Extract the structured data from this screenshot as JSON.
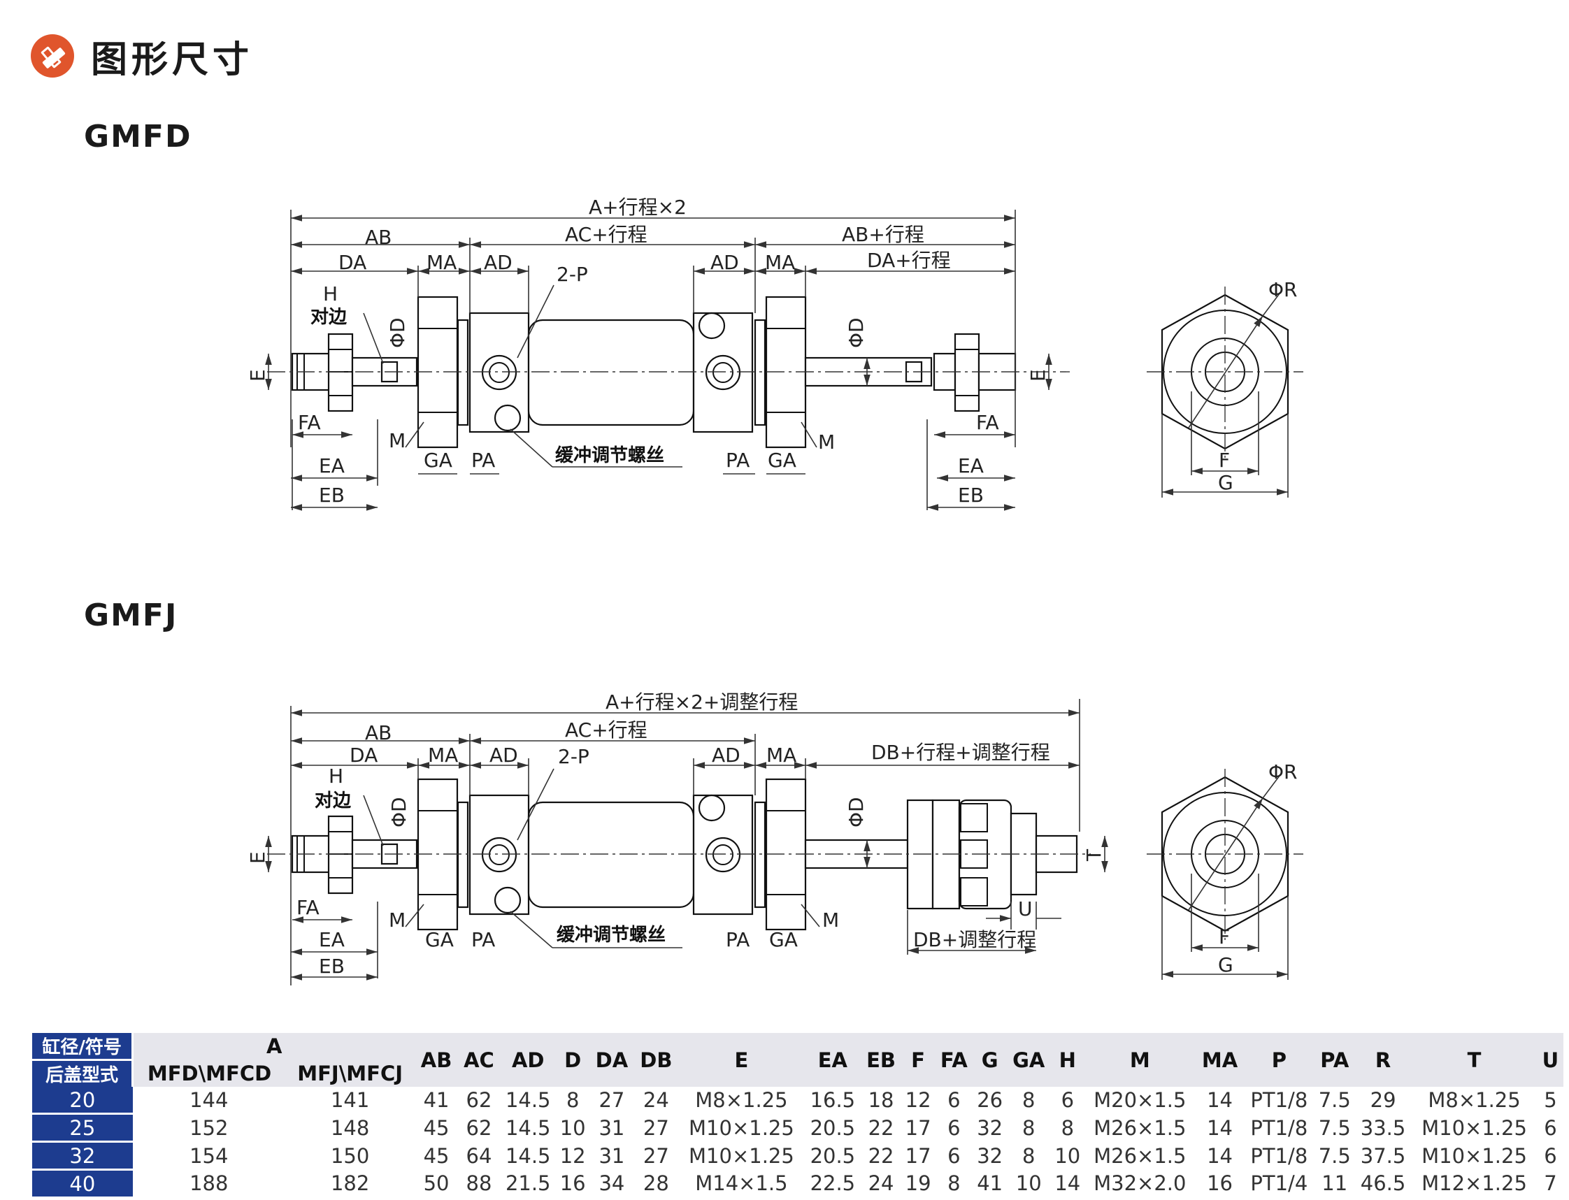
{
  "header": {
    "title": "图形尺寸",
    "icon": "ruler-pencil-icon",
    "accent": "#e0552c"
  },
  "sections": [
    {
      "title": "GMFD"
    },
    {
      "title": "GMFJ"
    }
  ],
  "gmfd": {
    "dims": {
      "total": "A+行程×2",
      "ab": "AB",
      "ac": "AC+行程",
      "ab_right": "AB+行程",
      "da": "DA",
      "ma": "MA",
      "ad": "AD",
      "p": "2-P",
      "ad_right": "AD",
      "ma_right": "MA",
      "da_right": "DA+行程",
      "h": "H",
      "across_flats": "对边",
      "phi_d": "ΦD",
      "phi_d_right": "ΦD",
      "e": "E",
      "e_right": "E",
      "fa": "FA",
      "fa_right": "FA",
      "m": "M",
      "m_right": "M",
      "ga": "GA",
      "pa": "PA",
      "cushion": "缓冲调节螺丝",
      "pa_right": "PA",
      "ga_right": "GA",
      "ea": "EA",
      "ea_right": "EA",
      "eb": "EB",
      "eb_right": "EB",
      "phi_r": "ΦR",
      "f": "F",
      "g": "G"
    }
  },
  "gmfj": {
    "dims": {
      "total": "A+行程×2+调整行程",
      "ab": "AB",
      "ac": "AC+行程",
      "da": "DA",
      "ma": "MA",
      "ad": "AD",
      "p": "2-P",
      "ad_right": "AD",
      "ma_right": "MA",
      "db": "DB+行程+调整行程",
      "h": "H",
      "across_flats": "对边",
      "phi_d": "ΦD",
      "phi_d_right": "ΦD",
      "e": "E",
      "t": "T",
      "fa": "FA",
      "m": "M",
      "m_right": "M",
      "ga": "GA",
      "pa": "PA",
      "cushion": "缓冲调节螺丝",
      "pa_right": "PA",
      "ga_right": "GA",
      "u": "U",
      "db_adj": "DB+调整行程",
      "ea": "EA",
      "eb": "EB",
      "phi_r": "ΦR",
      "f": "F",
      "g": "G"
    }
  },
  "table": {
    "corner_top": "缸径/符号",
    "corner_bottom": "后盖型式",
    "a_label": "A",
    "a_sub": [
      "MFD\\MFCD",
      "MFJ\\MFCJ"
    ],
    "columns": [
      "AB",
      "AC",
      "AD",
      "D",
      "DA",
      "DB",
      "E",
      "EA",
      "EB",
      "F",
      "FA",
      "G",
      "GA",
      "H",
      "M",
      "MA",
      "P",
      "PA",
      "R",
      "T",
      "U"
    ],
    "rows": [
      {
        "bore": "20",
        "a": [
          "144",
          "141"
        ],
        "values": [
          "41",
          "62",
          "14.5",
          "8",
          "27",
          "24",
          "M8×1.25",
          "16.5",
          "18",
          "12",
          "6",
          "26",
          "8",
          "6",
          "M20×1.5",
          "14",
          "PT1/8",
          "7.5",
          "29",
          "M8×1.25",
          "5"
        ]
      },
      {
        "bore": "25",
        "a": [
          "152",
          "148"
        ],
        "values": [
          "45",
          "62",
          "14.5",
          "10",
          "31",
          "27",
          "M10×1.25",
          "20.5",
          "22",
          "17",
          "6",
          "32",
          "8",
          "8",
          "M26×1.5",
          "14",
          "PT1/8",
          "7.5",
          "33.5",
          "M10×1.25",
          "6"
        ]
      },
      {
        "bore": "32",
        "a": [
          "154",
          "150"
        ],
        "values": [
          "45",
          "64",
          "14.5",
          "12",
          "31",
          "27",
          "M10×1.25",
          "20.5",
          "22",
          "17",
          "6",
          "32",
          "8",
          "10",
          "M26×1.5",
          "14",
          "PT1/8",
          "7.5",
          "37.5",
          "M10×1.25",
          "6"
        ]
      },
      {
        "bore": "40",
        "a": [
          "188",
          "182"
        ],
        "values": [
          "50",
          "88",
          "21.5",
          "16",
          "34",
          "28",
          "M14×1.5",
          "22.5",
          "24",
          "19",
          "8",
          "41",
          "10",
          "14",
          "M32×2.0",
          "16",
          "PT1/4",
          "11",
          "46.5",
          "M12×1.25",
          "7"
        ]
      }
    ]
  }
}
